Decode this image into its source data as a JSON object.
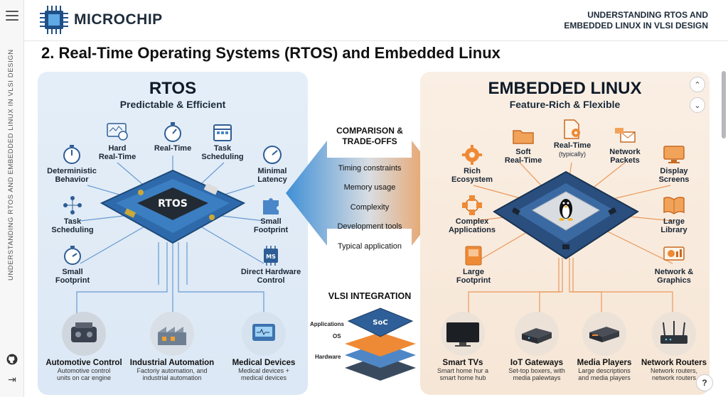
{
  "sidebar": {
    "vertical_title": "UNDERSTANDING RTOS AND EMBEDDED LINUX IN VLSI DESIGN",
    "icons": [
      "menu-icon",
      "github-icon",
      "collapse-icon"
    ]
  },
  "header": {
    "logo_text": "MICROCHIP",
    "right_title_line1": "UNDERSTANDING RTOS AND",
    "right_title_line2": "EMBEDDED LINUX IN VLSI DESIGN"
  },
  "page_title": "2. Real-Time Operating Systems (RTOS) and Embedded Linux",
  "rtos": {
    "title": "RTOS",
    "subtitle": "Predictable & Efficient",
    "chip_label": "RTOS",
    "features": [
      {
        "line1": "Hard",
        "line2": "Real-Time"
      },
      {
        "line1": "Real-Time",
        "line2": ""
      },
      {
        "line1": "Task",
        "line2": "Scheduling"
      },
      {
        "line1": "Deterministic",
        "line2": "Behavior"
      },
      {
        "line1": "Minimal",
        "line2": "Latency"
      },
      {
        "line1": "Task",
        "line2": "Scheduling"
      },
      {
        "line1": "Small",
        "line2": "Footprint"
      },
      {
        "line1": "Small",
        "line2": "Footprint"
      },
      {
        "line1": "Direct Hardware",
        "line2": "Control"
      }
    ],
    "ms_chip_label": "MS",
    "apps": [
      {
        "title": "Automotive Control",
        "desc1": "Automotive control",
        "desc2": "units on car engine"
      },
      {
        "title": "Industrial Automation",
        "desc1": "Factoriy automation, and",
        "desc2": "industrial automation"
      },
      {
        "title": "Medical Devices",
        "desc1": "Medical devices +",
        "desc2": "medical devices"
      }
    ]
  },
  "comparison": {
    "title_line1": "COMPARISON &",
    "title_line2": "TRADE-OFFS",
    "items": [
      "Timing constraints",
      "Memory usage",
      "Complexity",
      "Development tools",
      "Typical application"
    ]
  },
  "vlsi": {
    "title": "VLSI INTEGRATION",
    "soc_label": "SoC",
    "layer_labels": [
      "Applications",
      "OS",
      "Hardware"
    ]
  },
  "linux": {
    "title": "EMBEDDED LINUX",
    "subtitle": "Feature-Rich & Flexible",
    "features": [
      {
        "line1": "Soft",
        "line2": "Real-Time",
        "note": ""
      },
      {
        "line1": "Real-Time",
        "line2": "",
        "note": "(typically)"
      },
      {
        "line1": "Network",
        "line2": "Packets",
        "note": ""
      },
      {
        "line1": "Rich",
        "line2": "Ecosystem",
        "note": ""
      },
      {
        "line1": "Display",
        "line2": "Screens",
        "note": ""
      },
      {
        "line1": "Complex",
        "line2": "Applications",
        "note": ""
      },
      {
        "line1": "Large",
        "line2": "Library",
        "note": ""
      },
      {
        "line1": "Large",
        "line2": "Footprint",
        "note": ""
      },
      {
        "line1": "Network &",
        "line2": "Graphics",
        "note": ""
      }
    ],
    "apps": [
      {
        "title": "Smart TVs",
        "desc1": "Smart home hur a",
        "desc2": "smart home hub"
      },
      {
        "title": "IoT Gateways",
        "desc1": "Set-top boxers, with",
        "desc2": "media palewtays"
      },
      {
        "title": "Media Players",
        "desc1": "Large descriptions",
        "desc2": "and media players"
      },
      {
        "title": "Network Routers",
        "desc1": "Network routers,",
        "desc2": "network routers"
      }
    ]
  },
  "controls": {
    "up": "⌃",
    "down": "⌄",
    "help": "?"
  },
  "colors": {
    "rtos_accent": "#3a7cc4",
    "linux_accent": "#e8833a"
  }
}
